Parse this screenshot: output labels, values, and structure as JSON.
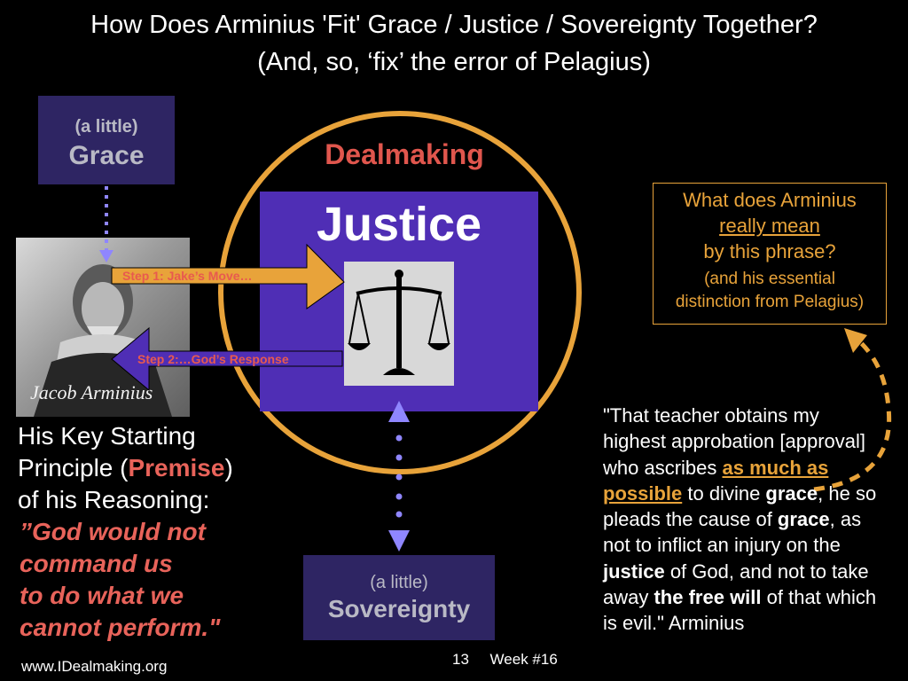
{
  "title_line1": "How Does Arminius 'Fit' Grace / Justice / Sovereignty Together?",
  "title_line2": "(And, so, ‘fix’ the error of Pelagius)",
  "grace_box": {
    "small": "(a little)",
    "big": "Grace"
  },
  "sovereignty_box": {
    "small": "(a little)",
    "big": "Sovereignty"
  },
  "dealmaking": "Dealmaking",
  "justice": "Justice",
  "portrait_caption": "Jacob Arminius",
  "step1": "Step 1:  Jake’s Move…",
  "step2": "Step 2:…God’s Response",
  "premise": {
    "line1": "His Key Starting",
    "line2_pre": "Principle (",
    "line2_red": "Premise",
    "line2_post": ")",
    "line3": "of his Reasoning:"
  },
  "premise_quote": {
    "l1": "”God would not",
    "l2": "command us",
    "l3": "to do what we",
    "l4": "cannot perform.\""
  },
  "question": {
    "l1": "What does Arminius",
    "l2": "really mean",
    "l3": "by this phrase?",
    "l4": "(and his essential",
    "l5": "distinction from Pelagius)"
  },
  "quote": {
    "p1": "\"That teacher obtains my highest approbation [approval] who ascribes ",
    "emph": "as much as possible",
    "p2": " to divine ",
    "b1": "grace",
    "p3": ", he so pleads the cause of ",
    "b2": "grace",
    "p4": ", as not to inflict an injury on the ",
    "b3": "justice",
    "p5": " of God, and not to take away ",
    "b4": "the free will",
    "p6": " of that which is evil.\"  Arminius"
  },
  "footer": {
    "website": "www.IDealmaking.org",
    "page": "13",
    "week": "Week #16"
  },
  "colors": {
    "orange": "#e8a33a",
    "red": "#e8635a",
    "purple": "#4f2eb5",
    "navy": "#2e2563",
    "dots": "#8f86ff"
  }
}
